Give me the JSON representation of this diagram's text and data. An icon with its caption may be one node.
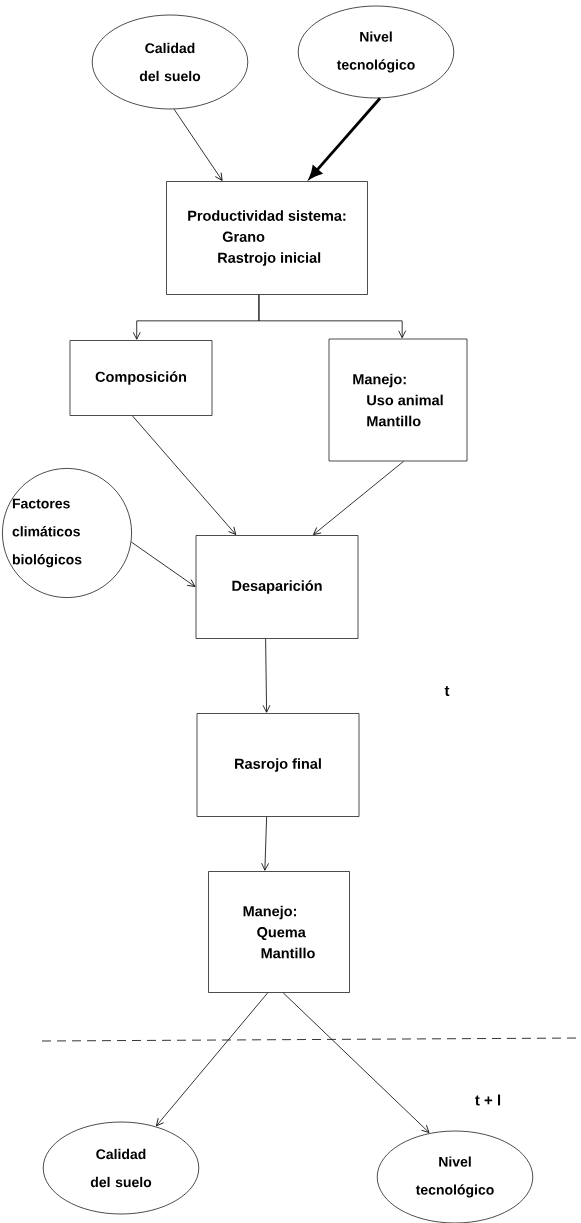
{
  "diagram": {
    "nodes": [
      {
        "text": [
          "Calidad del suelo"
        ]
      },
      {
        "text": [
          "Nivel tecnológico"
        ]
      },
      {
        "text": [
          "Productividad sistema:",
          "Grano",
          "Rastrojo inicial"
        ]
      },
      {
        "text": [
          "Composición"
        ]
      },
      {
        "text": [
          "Manejo:",
          "Uso animal",
          "Mantillo"
        ]
      },
      {
        "text": [
          "Factores climáticos biológicos"
        ]
      },
      {
        "text": [
          "Desaparición"
        ]
      },
      {
        "text": [
          "Rasrojo final"
        ]
      },
      {
        "text": [
          "Manejo:",
          "Quema",
          "Mantillo"
        ]
      },
      {
        "text": [
          "Calidad del suelo"
        ]
      },
      {
        "text": [
          "Nivel tecnológico"
        ]
      }
    ],
    "edges": [
      {
        "from": 0,
        "to": 2,
        "arrow": "to"
      },
      {
        "from": 1,
        "to": 2,
        "arrow": "to",
        "style": "thick"
      },
      {
        "from": 2,
        "to": 3,
        "arrow": "to"
      },
      {
        "from": 2,
        "to": 4,
        "arrow": "to"
      },
      {
        "from": 3,
        "to": 6,
        "arrow": "to"
      },
      {
        "from": 4,
        "to": 6,
        "arrow": "to"
      },
      {
        "from": 5,
        "to": 6,
        "arrow": "to"
      },
      {
        "from": 6,
        "to": 7,
        "arrow": "to"
      },
      {
        "from": 7,
        "to": 8,
        "arrow": "to"
      },
      {
        "from": 8,
        "to": 9,
        "arrow": "to"
      },
      {
        "from": 8,
        "to": 10,
        "arrow": "to"
      }
    ],
    "labels": [
      "t",
      "t + l"
    ]
  }
}
